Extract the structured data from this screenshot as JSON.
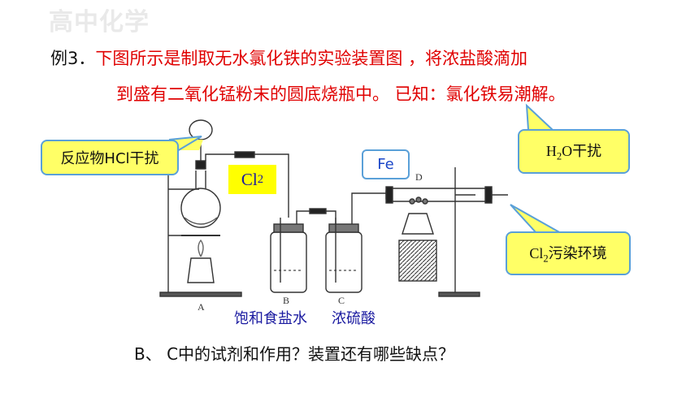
{
  "watermark": "高中化学",
  "problem": {
    "prefix": "例3．",
    "line1_red": "下图所示是制取无水氯化铁的实验装置图 ，将浓盐酸滴加",
    "line2_red": "到盛有二氧化锰粉末的圆底烧瓶中。 已知：氯化铁易潮解。"
  },
  "labels": {
    "cl2_main": "Cl",
    "cl2_main_sub": "2",
    "fe": "Fe",
    "hcl_interference": "反应物HCl干扰",
    "h2o_prefix": "H",
    "h2o_sub": "2",
    "h2o_suffix": "O干扰",
    "cl2_pollution_prefix": "Cl",
    "cl2_pollution_sub": "2",
    "cl2_pollution_suffix": "污染环境",
    "reagent_b": "饱和食盐水",
    "reagent_c": "浓硫酸",
    "letter_a": "A",
    "letter_b": "B",
    "letter_c": "C",
    "letter_d": "D"
  },
  "question": {
    "text": "B、 C中的试剂和作用？装置还有哪些缺点？"
  },
  "colors": {
    "callout_fill": "#ffff66",
    "callout_border": "#5aa0d8",
    "red_text": "#e00000",
    "blue_text": "#1a1aa0"
  }
}
